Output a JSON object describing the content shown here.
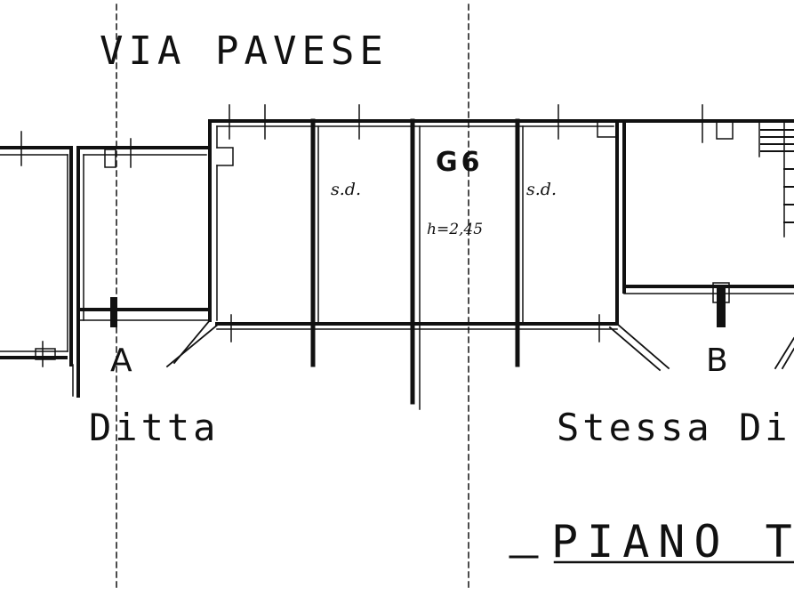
{
  "labels": {
    "street": "VIA PAVESE",
    "room_code": "G6",
    "storage_left": "s.d.",
    "storage_right": "s.d.",
    "height": "h=2,45",
    "section_a": "A",
    "section_b": "B",
    "neighbor_left": "Ditta",
    "neighbor_right": "Stessa Di",
    "floor": "PIANO T"
  }
}
